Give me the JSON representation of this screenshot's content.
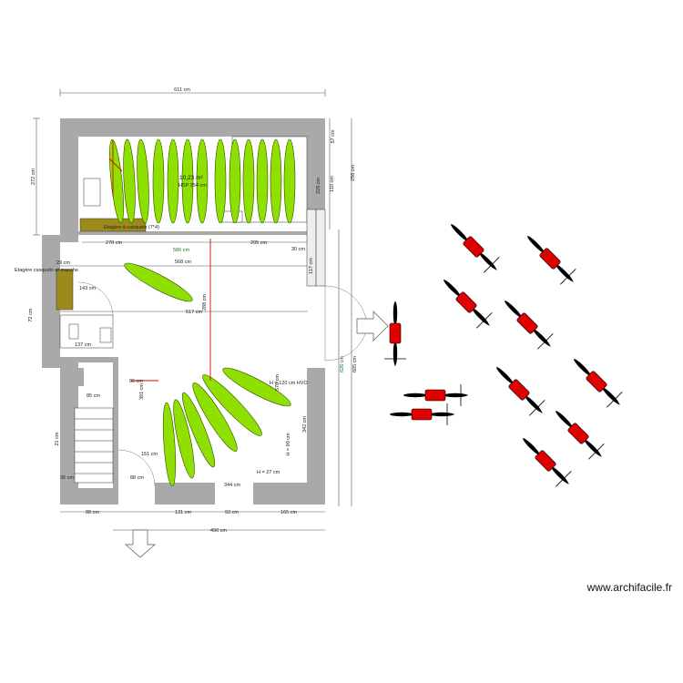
{
  "plan": {
    "overall_width": "611 cm",
    "overall_height_left": "272 cm",
    "overall_height_right": "605 cm",
    "right_height_2": "626 cm",
    "top_right_h": "256 cm",
    "bottom_width": "490 cm",
    "room": {
      "area": "10,23 m²",
      "hsp": "HSP 254 cm"
    },
    "labels": {
      "shelf": "Etagère à casquets (7*4)",
      "shelf_left": "Etagère casquets et manche",
      "h120": "H = 120 cm HVO",
      "h90": "H = 90 cm",
      "h27": "H = 27 cm"
    },
    "dims": {
      "d278": "278 cm",
      "d205": "205 cm",
      "d568": "568 cm",
      "d517": "517 cm",
      "d143": "143 cm",
      "d288": "288 cm",
      "d137": "137 cm",
      "d86": "86 cm",
      "d85": "85 cm",
      "d391": "391 cm",
      "d151": "151 cm",
      "d36": "36 cm",
      "d88": "88 cm",
      "d131": "131 cm",
      "d93": "93 cm",
      "d344": "344 cm",
      "d165": "165 cm",
      "d576": "576 cm",
      "d342": "342 cm",
      "d117": "117 cm",
      "d57": "57 cm",
      "d228": "228 cm",
      "d110": "110 cm",
      "d72": "72 cm",
      "d29": "29 cm",
      "d21": "21 cm",
      "d586": "586 cm",
      "d30": "30 cm"
    },
    "colors": {
      "wall": "#a9a9a9",
      "leaf": "#8fe000",
      "leaf_stroke": "#2b4a00",
      "accent_red": "#e00000",
      "shelf": "#9c8a1c"
    }
  },
  "watermark": "www.archifacile.fr"
}
